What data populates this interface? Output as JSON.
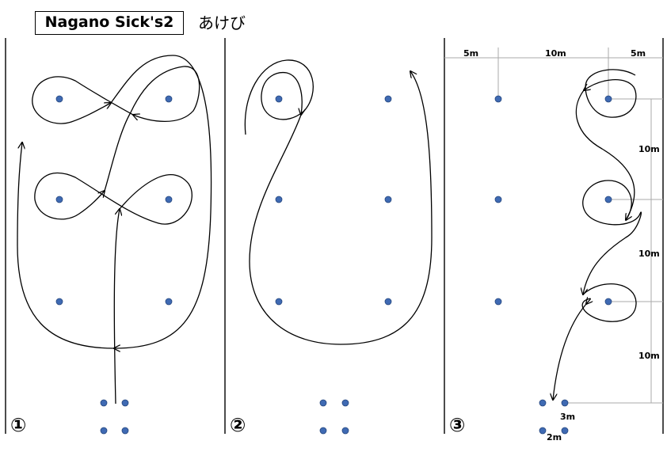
{
  "header": {
    "title": "Nagano Sick's2",
    "subtitle": "あけび"
  },
  "panels": [
    {
      "number": "①"
    },
    {
      "number": "②"
    },
    {
      "number": "③"
    }
  ],
  "dimensions": {
    "top": [
      "5m",
      "10m",
      "5m"
    ],
    "right": [
      "10m",
      "10m",
      "10m"
    ],
    "start_gap_vertical": "3m",
    "start_gap_horizontal": "2m"
  },
  "colors": {
    "cone": "#3f6ab3",
    "line": "#000000",
    "guide": "#aaaaaa"
  }
}
